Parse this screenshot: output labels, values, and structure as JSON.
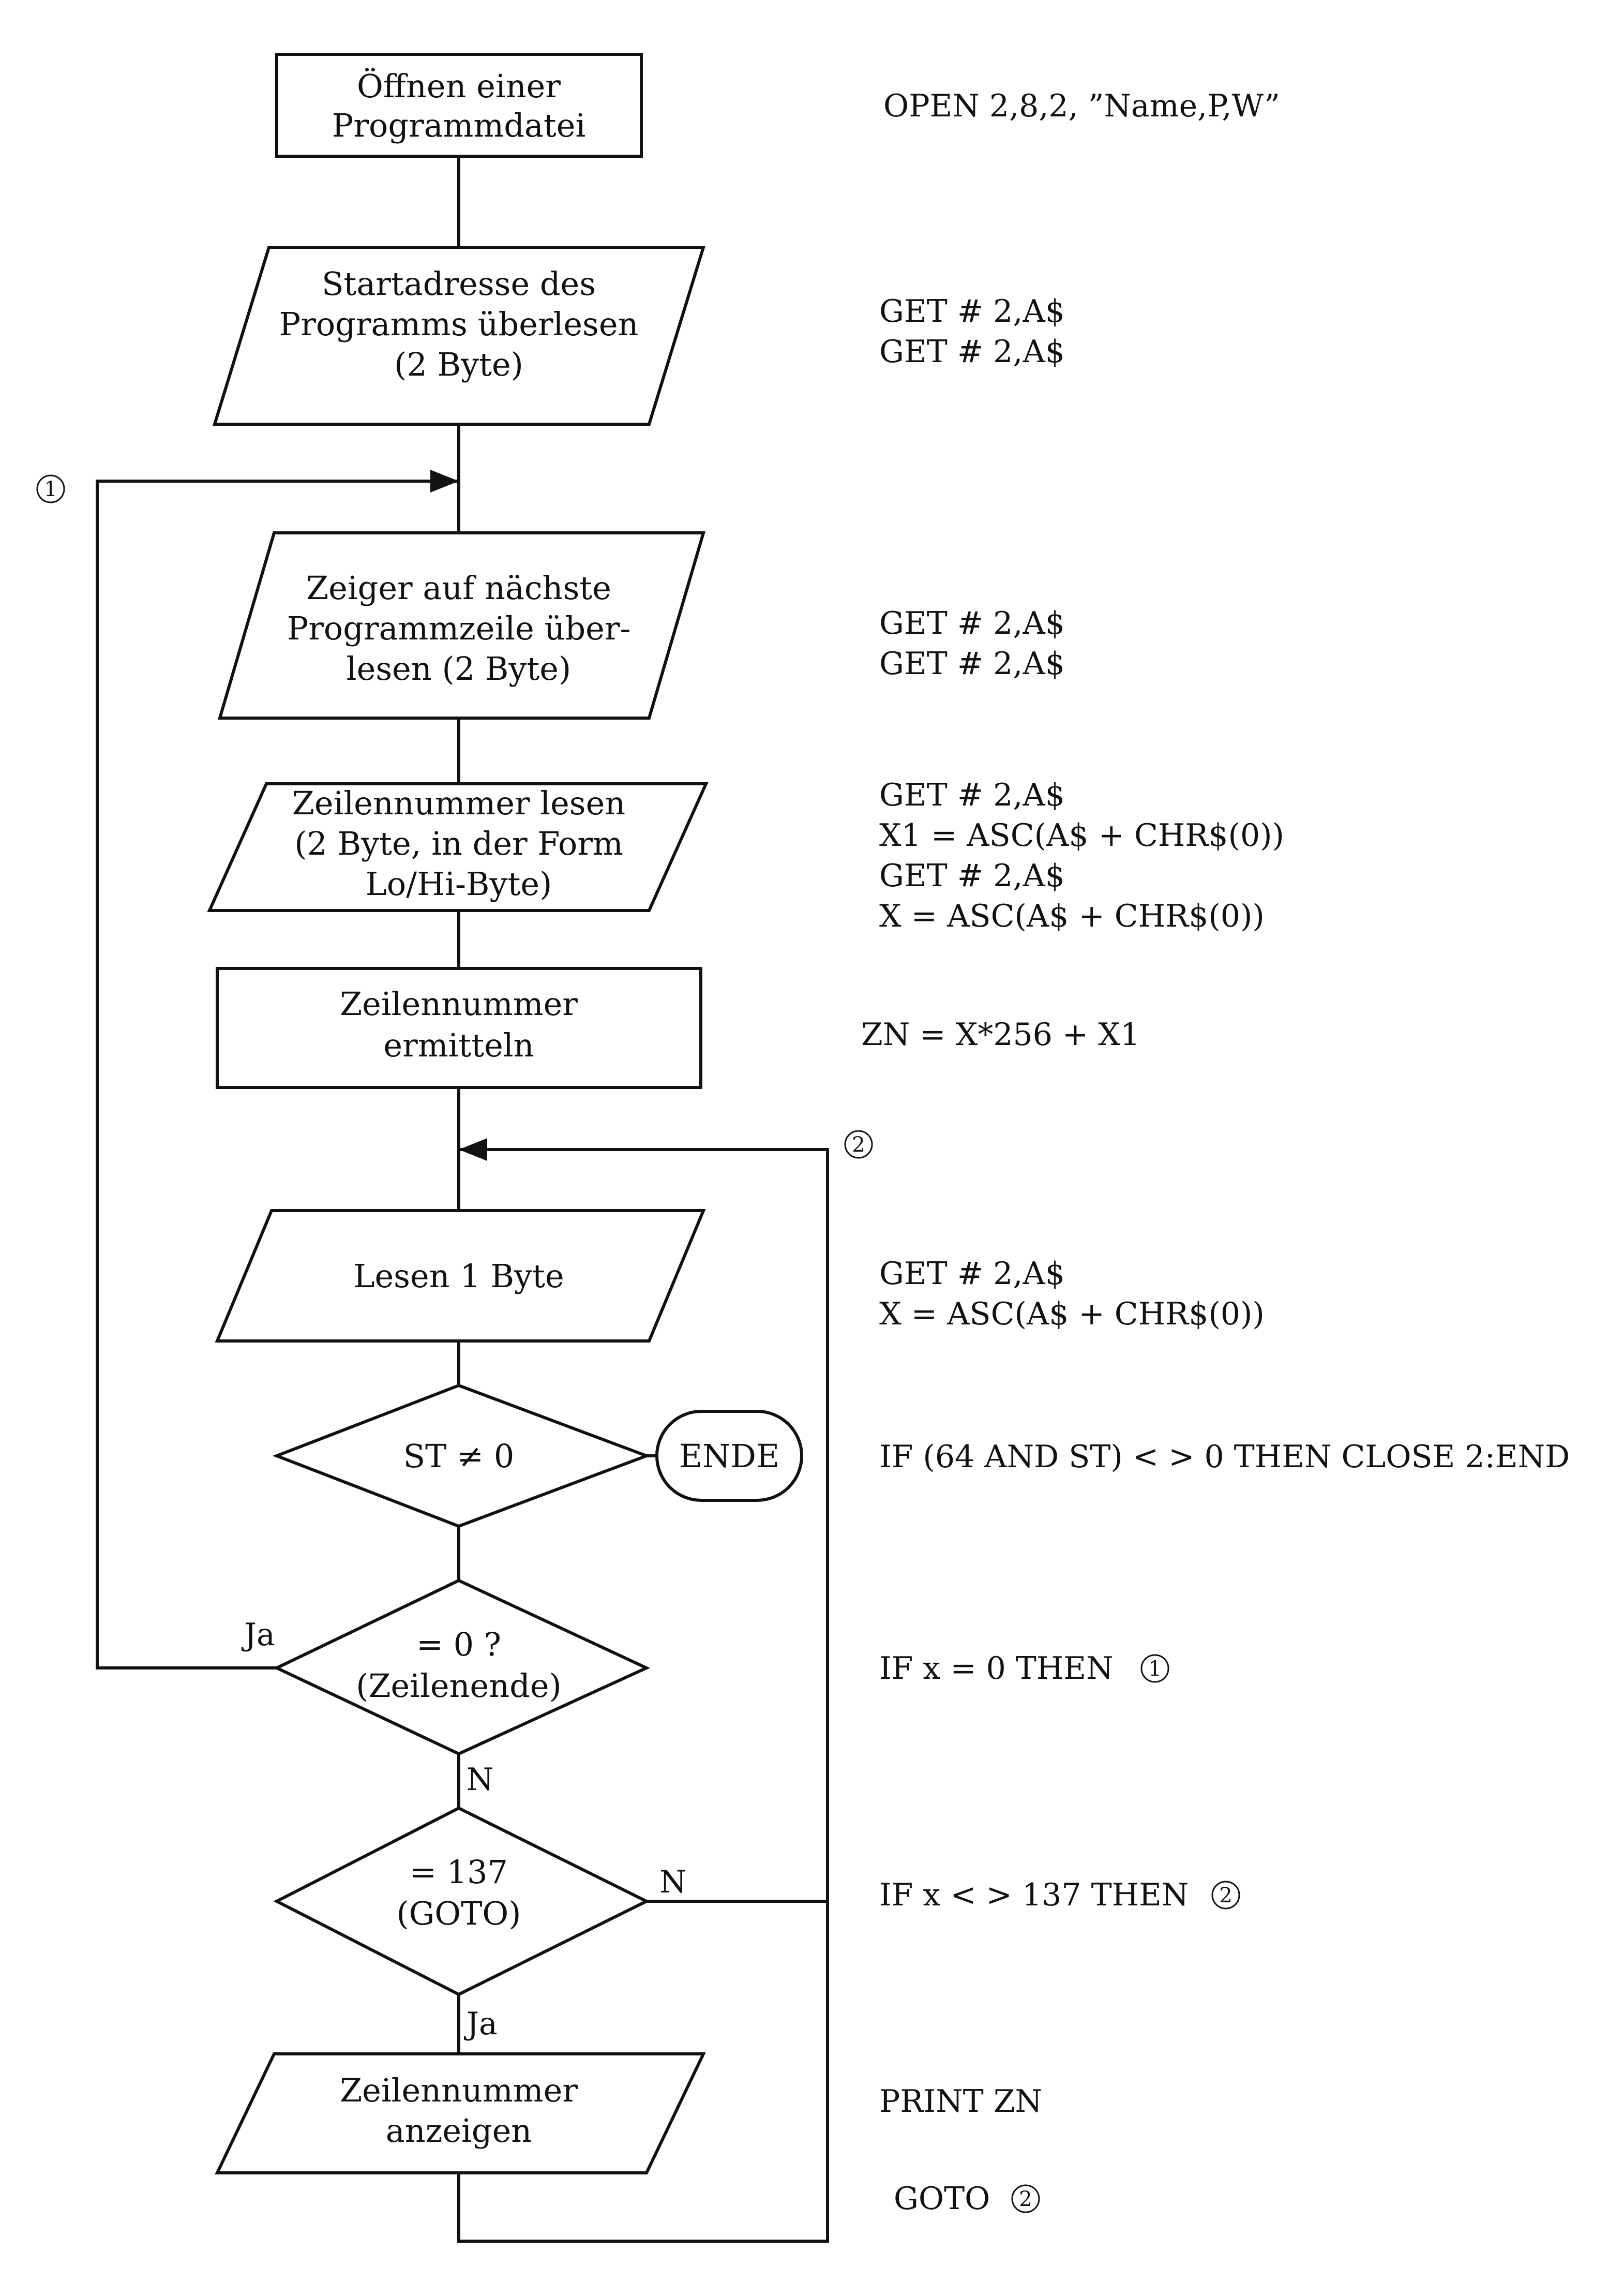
{
  "nodes": {
    "open_file": [
      "Öffnen einer",
      "Programmdatei"
    ],
    "skip_start": [
      "Startadresse des",
      "Programms überlesen",
      "(2 Byte)"
    ],
    "skip_pointer": [
      "Zeiger auf nächste",
      "Programmzeile über-",
      "lesen (2 Byte)"
    ],
    "read_line_no": [
      "Zeilennummer lesen",
      "(2 Byte, in der Form",
      "Lo/Hi-Byte)"
    ],
    "calc_line_no": [
      "Zeilennummer",
      "ermitteln"
    ],
    "read_byte": [
      "Lesen 1 Byte"
    ],
    "check_st": [
      "ST ≠ 0"
    ],
    "end": [
      "ENDE"
    ],
    "check_eol": [
      "= 0 ?",
      "(Zeilenende)"
    ],
    "check_goto": [
      "= 137",
      "(GOTO)"
    ],
    "show_line_no": [
      "Zeilennummer",
      "anzeigen"
    ]
  },
  "edge_labels": {
    "eol_yes": "Ja",
    "eol_no": "N",
    "goto_no": "N",
    "goto_yes": "Ja"
  },
  "connectors": {
    "one": "1",
    "two": "2"
  },
  "code": {
    "open": [
      "OPEN 2,8,2, ”Name,P,W”"
    ],
    "skip_start": [
      "GET # 2,A$",
      "GET # 2,A$"
    ],
    "skip_pointer": [
      "GET # 2,A$",
      "GET # 2,A$"
    ],
    "read_line_no": [
      "GET # 2,A$",
      "X1 = ASC(A$ + CHR$(0))",
      "GET # 2,A$",
      "X = ASC(A$ + CHR$(0))"
    ],
    "calc_line_no": [
      "ZN = X*256 + X1"
    ],
    "read_byte": [
      "GET # 2,A$",
      "X = ASC(A$ + CHR$(0))"
    ],
    "check_st": [
      "IF (64 AND ST) < > 0 THEN CLOSE 2:END"
    ],
    "check_eol": [
      "IF x = 0 THEN"
    ],
    "check_goto": [
      "IF x < > 137 THEN"
    ],
    "print": [
      "PRINT ZN"
    ],
    "goto": [
      "GOTO"
    ]
  }
}
